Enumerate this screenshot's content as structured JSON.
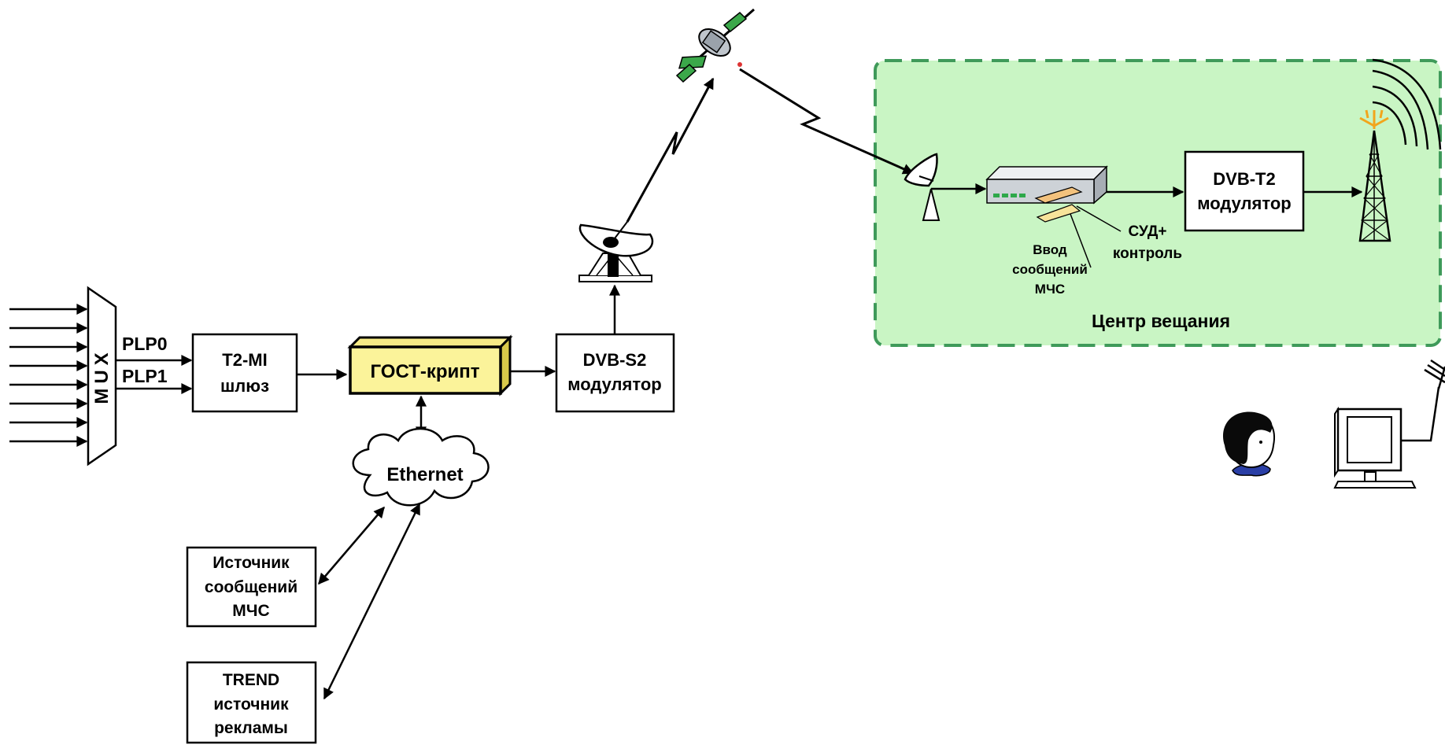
{
  "mux": {
    "label": "MUX",
    "plp0": "PLP0",
    "plp1": "PLP1"
  },
  "t2mi": {
    "line1": "T2-MI",
    "line2": "шлюз"
  },
  "gost": {
    "label": "ГОСТ-крипт"
  },
  "dvbs2": {
    "line1": "DVB-S2",
    "line2": "модулятор"
  },
  "ethernet": {
    "label": "Ethernet"
  },
  "source_mchs": {
    "line1": "Источник",
    "line2": "сообщений",
    "line3": "МЧС"
  },
  "trend": {
    "line1": "TREND",
    "line2": "источник",
    "line3": "рекламы"
  },
  "dvbt2": {
    "line1": "DVB-T2",
    "line2": "модулятор"
  },
  "sud": {
    "line1": "СУД+",
    "line2": "контроль"
  },
  "input_mchs": {
    "line1": "Ввод",
    "line2": "сообщений",
    "line3": "МЧС"
  },
  "broadcast_center": {
    "label": "Центр вещания"
  },
  "colors": {
    "center_fill": "#c9f5c4",
    "center_border": "#3f9a5a",
    "gost_fill": "#fbf39a",
    "gost_side": "#e6d65a",
    "tower_flame": "#f2a51c",
    "person_shirt": "#2a3fa6"
  }
}
